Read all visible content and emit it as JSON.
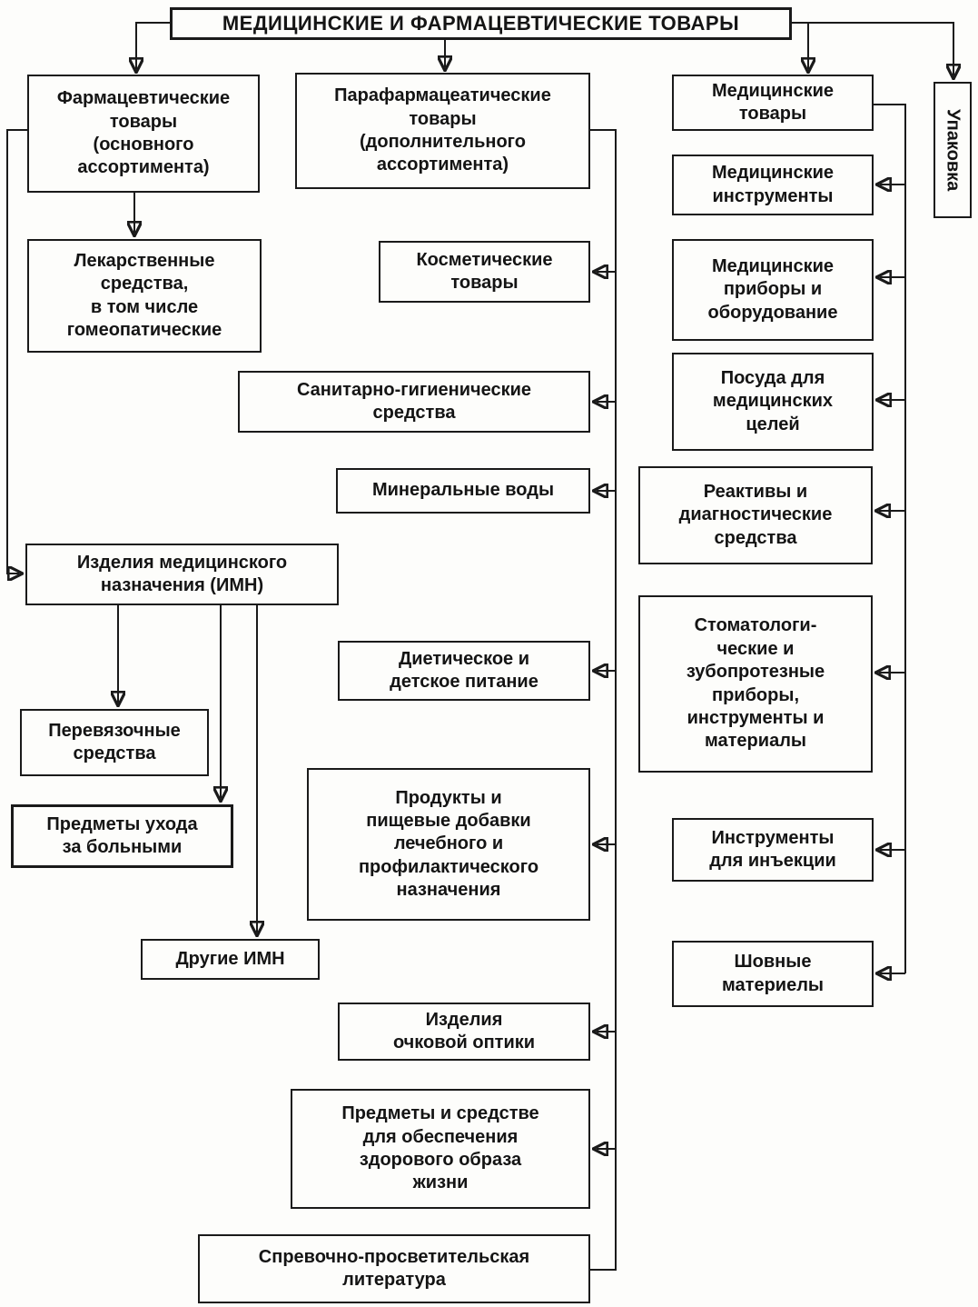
{
  "title": {
    "label": "МЕДИЦИНСКИЕ И ФАРМАЦЕВТИЧЕСКИЕ ТОВАРЫ"
  },
  "colors": {
    "ink": "#1a1a1a",
    "paper": "#fdfdfb"
  },
  "nodes": {
    "pharm": {
      "label": "Фармацевтические\nтовары\n(основного\nассортимента)"
    },
    "parapharm": {
      "label": "Парафармацеатические\nтовары\n(дополнительного\nассортимента)"
    },
    "med_goods": {
      "label": "Медицинские\nтовары"
    },
    "packaging": {
      "label": "Упаковка"
    },
    "drugs": {
      "label": "Лекарственные\nсредства,\nв том числе\nгомеопатические"
    },
    "cosmetics": {
      "label": "Косметические\nтовары"
    },
    "med_instruments": {
      "label": "Медицинские\nинструменты"
    },
    "med_devices": {
      "label": "Медицинские\nприборы и\nоборудование"
    },
    "sanitary": {
      "label": "Санитарно-гигиенические\nсредства"
    },
    "dishes": {
      "label": "Посуда для\nмедицинских\nцелей"
    },
    "mineral": {
      "label": "Минеральные воды"
    },
    "reagents": {
      "label": "Реактивы и\nдиагностические\nсредства"
    },
    "imn": {
      "label": "Изделия медицинского\nназначения (ИМН)"
    },
    "dental": {
      "label": "Стоматологи-\nческие и\nзубопротезные\nприборы,\nинструменты и\nматериалы"
    },
    "diet": {
      "label": "Диетическое и\nдетское питание"
    },
    "dressing": {
      "label": "Перевязочные\nсредства"
    },
    "care": {
      "label": "Предметы ухода\nза больными"
    },
    "products": {
      "label": "Продукты и\nпищевые добавки\nлечебного и\nпрофилактического\nназначения"
    },
    "injection": {
      "label": "Инструменты\nдля инъекции"
    },
    "other_imn": {
      "label": "Другие ИМН"
    },
    "suture": {
      "label": "Шовные\nматериелы"
    },
    "optics": {
      "label": "Изделия\nочковой оптики"
    },
    "healthy": {
      "label": "Предметы и средстве\nдля обеспечения\nздорового образа\nжизни"
    },
    "literature": {
      "label": "Спревочно-просветительская\nлитература"
    }
  },
  "edges": [
    [
      "title",
      "pharm"
    ],
    [
      "title",
      "parapharm"
    ],
    [
      "title",
      "med_goods"
    ],
    [
      "title",
      "packaging"
    ],
    [
      "pharm",
      "drugs"
    ],
    [
      "pharm",
      "imn"
    ],
    [
      "imn",
      "dressing"
    ],
    [
      "imn",
      "care"
    ],
    [
      "imn",
      "other_imn"
    ],
    [
      "parapharm",
      "cosmetics"
    ],
    [
      "parapharm",
      "sanitary"
    ],
    [
      "parapharm",
      "mineral"
    ],
    [
      "parapharm",
      "diet"
    ],
    [
      "parapharm",
      "products"
    ],
    [
      "parapharm",
      "optics"
    ],
    [
      "parapharm",
      "healthy"
    ],
    [
      "parapharm",
      "literature"
    ],
    [
      "med_goods",
      "med_instruments"
    ],
    [
      "med_goods",
      "med_devices"
    ],
    [
      "med_goods",
      "dishes"
    ],
    [
      "med_goods",
      "reagents"
    ],
    [
      "med_goods",
      "dental"
    ],
    [
      "med_goods",
      "injection"
    ],
    [
      "med_goods",
      "suture"
    ]
  ]
}
